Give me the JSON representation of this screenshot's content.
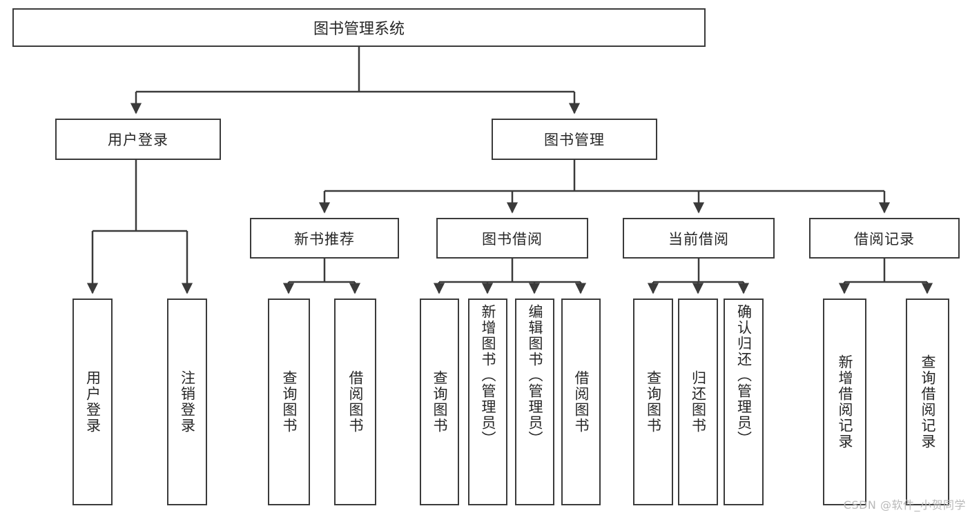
{
  "diagram": {
    "title": "图书管理系统",
    "type": "tree-hierarchy-diagram",
    "colors": {
      "box_border": "#3a3a3a",
      "box_fill": "#ffffff",
      "connector": "#3a3a3a",
      "text": "#262626",
      "watermark": "#b9b9b9"
    },
    "root": {
      "label": "图书管理系统"
    },
    "level2": [
      {
        "label": "用户登录"
      },
      {
        "label": "图书管理"
      }
    ],
    "level3": [
      {
        "label": "新书推荐"
      },
      {
        "label": "图书借阅"
      },
      {
        "label": "当前借阅"
      },
      {
        "label": "借阅记录"
      }
    ],
    "leaves": {
      "user_login": [
        {
          "label": "用户登录"
        },
        {
          "label": "注销登录"
        }
      ],
      "new_book_recommend": [
        {
          "label": "查询图书"
        },
        {
          "label": "借阅图书"
        }
      ],
      "book_borrow": [
        {
          "label": "查询图书"
        },
        {
          "label": "新增图书（管理员）"
        },
        {
          "label": "编辑图书（管理员）"
        },
        {
          "label": "借阅图书"
        }
      ],
      "current_borrow": [
        {
          "label": "查询图书"
        },
        {
          "label": "归还图书"
        },
        {
          "label": "确认归还（管理员）"
        }
      ],
      "borrow_record": [
        {
          "label": "新增借阅记录"
        },
        {
          "label": "查询借阅记录"
        }
      ]
    }
  },
  "watermark": {
    "text": "CSDN @软件_小贺同学"
  }
}
